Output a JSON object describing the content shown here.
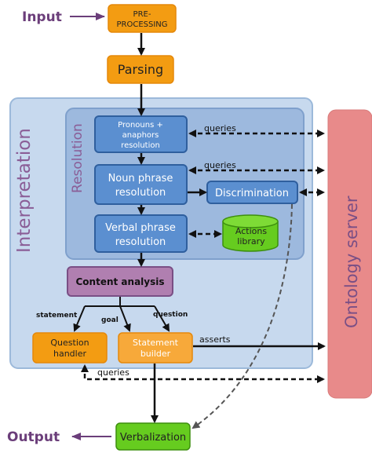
{
  "io": {
    "input": "Input",
    "output": "Output"
  },
  "boxes": {
    "preprocessing_line1": "PRE-",
    "preprocessing_line2": "PROCESSING",
    "parsing": "Parsing",
    "pronouns_line1": "Pronouns +",
    "pronouns_line2": "anaphors",
    "pronouns_line3": "resolution",
    "noun_line1": "Noun phrase",
    "noun_line2": "resolution",
    "discrimination": "Discrimination",
    "verbal_line1": "Verbal phrase",
    "verbal_line2": "resolution",
    "actions_line1": "Actions",
    "actions_line2": "library",
    "content_analysis": "Content analysis",
    "question_line1": "Question",
    "question_line2": "handler",
    "statement_line1": "Statement",
    "statement_line2": "builder",
    "verbalization": "Verbalization"
  },
  "regions": {
    "interpretation": "Interpretation",
    "resolution": "Resolution",
    "ontology_server": "Ontology server"
  },
  "edge_labels": {
    "queries": "queries",
    "statement": "statement",
    "goal": "goal",
    "question": "question",
    "asserts": "asserts"
  },
  "colors": {
    "orange": "#f39c12",
    "blue_box": "#5b8fd0",
    "interpretation_bg": "#c7d9ee",
    "resolution_bg": "#9db9de",
    "purple": "#b07fb0",
    "green": "#66cc1f",
    "ontology": "#e88a8a",
    "io_purple": "#6b3e7a"
  }
}
